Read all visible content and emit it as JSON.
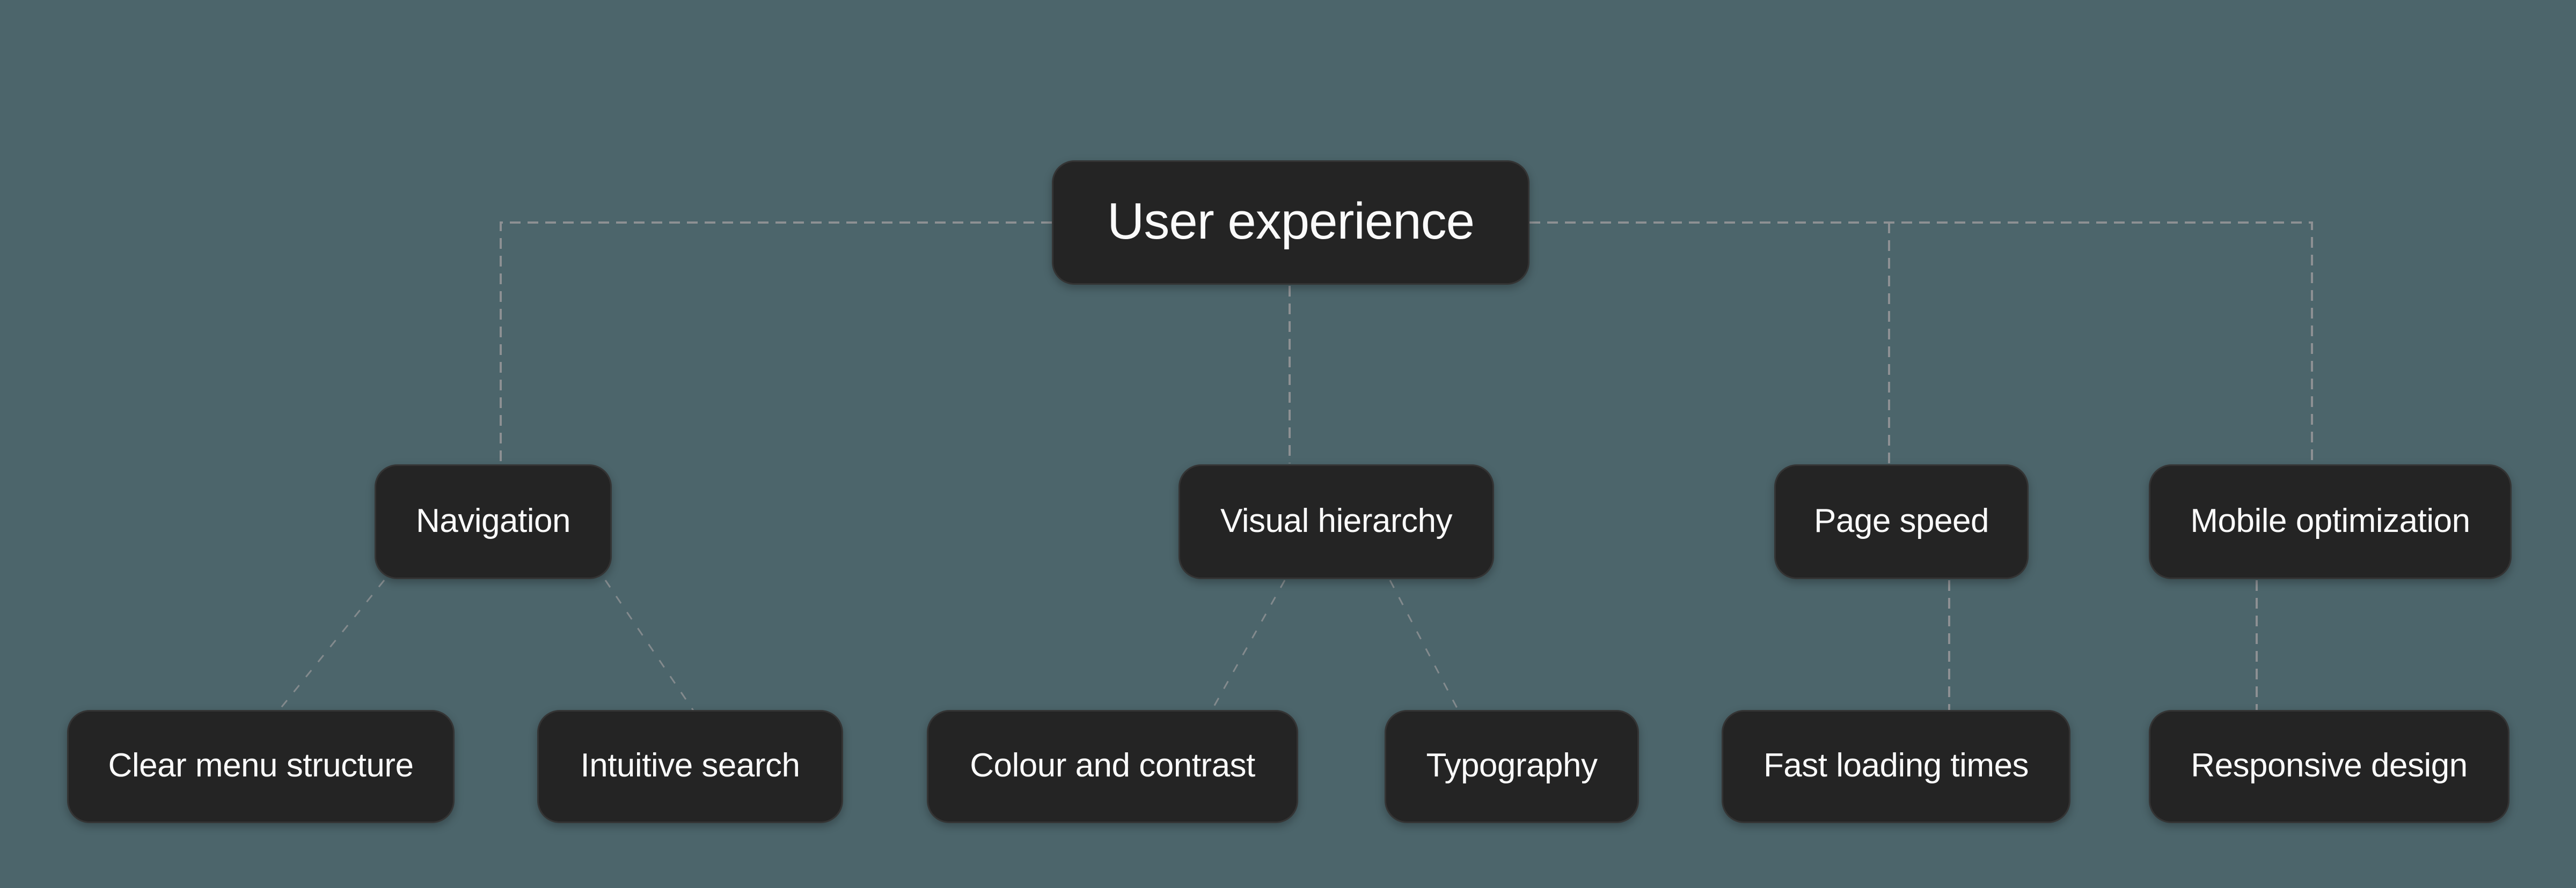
{
  "colors": {
    "background": "#4C656B",
    "node-fill": "#242424",
    "node-border": "#343434",
    "node-text": "#FAFAFA",
    "connector": "#8D9093"
  },
  "nodes": {
    "root": {
      "label": "User experience"
    },
    "level2": [
      {
        "label": "Navigation"
      },
      {
        "label": "Visual hierarchy"
      },
      {
        "label": "Page speed"
      },
      {
        "label": "Mobile optimization"
      }
    ],
    "level3": [
      {
        "label": "Clear menu structure"
      },
      {
        "label": "Intuitive search"
      },
      {
        "label": "Colour and contrast"
      },
      {
        "label": "Typography"
      },
      {
        "label": "Fast loading times"
      },
      {
        "label": "Responsive design"
      }
    ]
  },
  "connections": [
    {
      "from": "User experience",
      "to": "Navigation"
    },
    {
      "from": "User experience",
      "to": "Visual hierarchy"
    },
    {
      "from": "User experience",
      "to": "Page speed"
    },
    {
      "from": "User experience",
      "to": "Mobile optimization"
    },
    {
      "from": "Navigation",
      "to": "Clear menu structure"
    },
    {
      "from": "Navigation",
      "to": "Intuitive search"
    },
    {
      "from": "Visual hierarchy",
      "to": "Colour and contrast"
    },
    {
      "from": "Visual hierarchy",
      "to": "Typography"
    },
    {
      "from": "Page speed",
      "to": "Fast loading times"
    },
    {
      "from": "Mobile optimization",
      "to": "Responsive design"
    }
  ]
}
